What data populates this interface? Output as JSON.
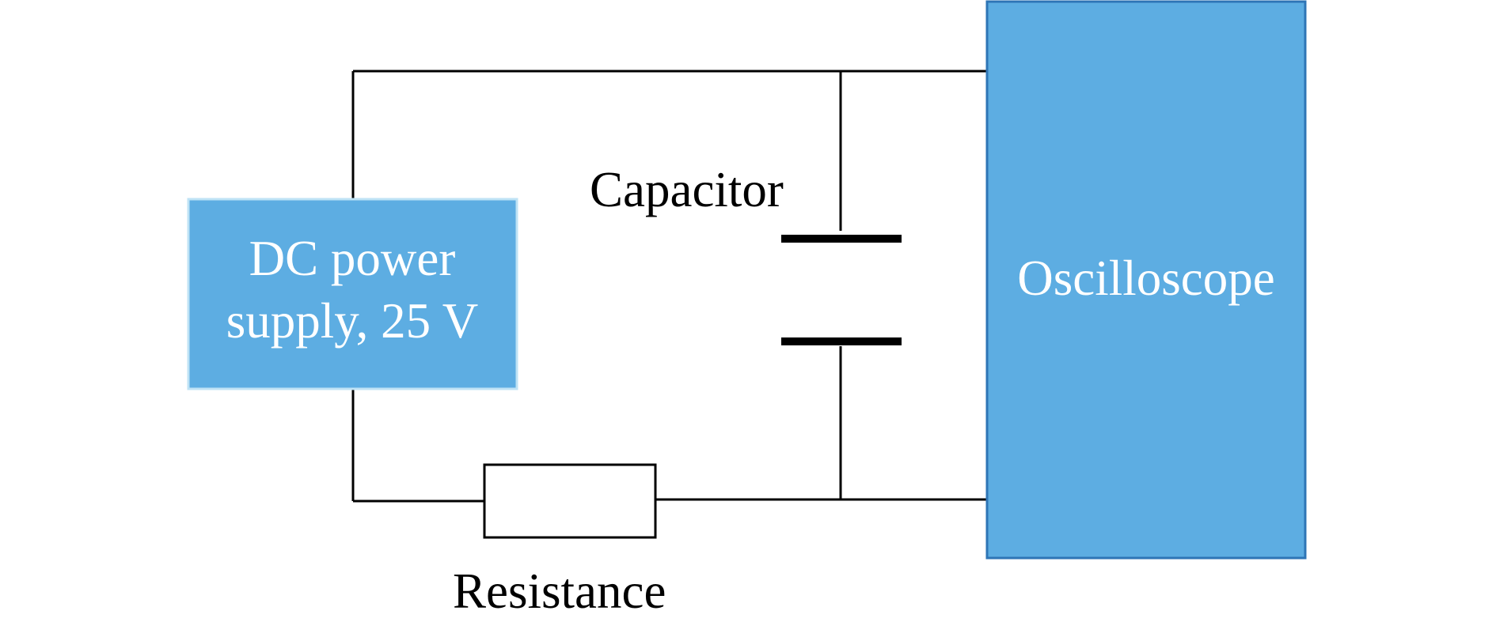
{
  "components": {
    "power_supply": {
      "line1": "DC power",
      "line2": "supply, 25 V"
    },
    "oscilloscope": {
      "label": "Oscilloscope"
    },
    "capacitor": {
      "label": "Capacitor"
    },
    "resistance": {
      "label": "Resistance"
    }
  },
  "colors": {
    "box_fill": "#5DADE2",
    "oscilloscope_border": "#2E75B6",
    "power_supply_border": "#BFE3F5",
    "wire": "#000000",
    "box_text": "#FFFFFF"
  }
}
